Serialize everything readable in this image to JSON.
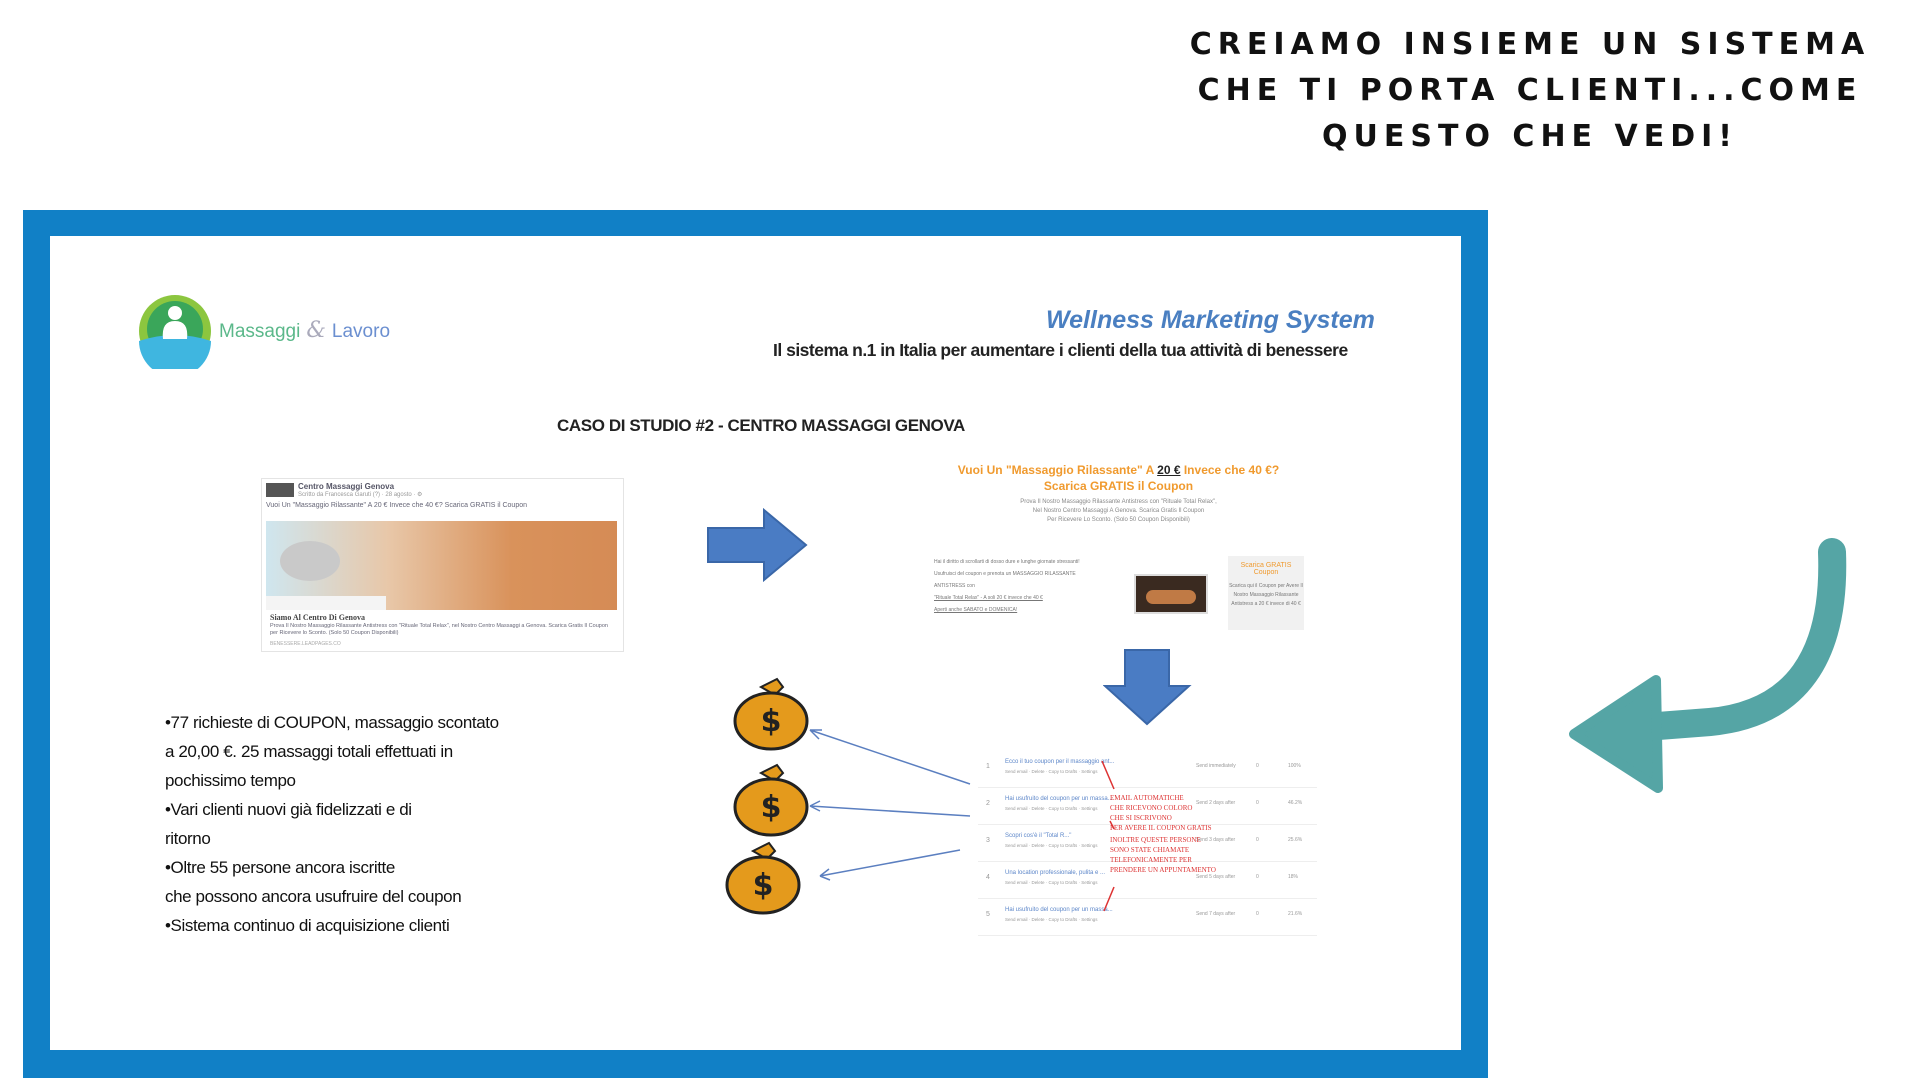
{
  "headline": {
    "lines": [
      "CREIAMO INSIEME UN SISTEMA",
      "CHE TI PORTA CLIENTI...COME",
      "QUESTO CHE VEDI!"
    ]
  },
  "slide": {
    "logo": {
      "part1": "Massaggi",
      "amp": "&",
      "part2": "Lavoro"
    },
    "brand_title": "Wellness Marketing System",
    "brand_subtitle": "Il sistema n.1 in Italia per aumentare i clienti della tua attività di benessere",
    "case_title": "CASO DI STUDIO #2 - CENTRO MASSAGGI GENOVA",
    "fb_post": {
      "page_name": "Centro Massaggi Genova",
      "meta": "Scritto da Francesca Garuti (?) · 28 agosto · ⚙",
      "text": "Vuoi Un \"Massaggio Rilassante\" A 20 € Invece che 40 €? Scarica GRATIS il Coupon",
      "link_title": "Siamo Al Centro Di Genova",
      "link_desc": "Prova Il Nostro Massaggio Rilassante Antistress con \"Rituale Total Relax\", nel Nostro Centro Massaggi a Genova. Scarica Gratis Il Coupon per Ricevere lo Sconto. (Solo 50 Coupon Disponibili)",
      "link_domain": "BENESSERE.LEADPAGES.CO"
    },
    "coupon_page": {
      "title_1": "Vuoi Un \"Massaggio Rilassante\" A ",
      "title_price": "20 €",
      "title_2": " Invece che 40 €?",
      "title_line2": "Scarica GRATIS il Coupon",
      "desc": [
        "Prova Il Nostro Massaggio Rilassante Antistress con \"Rituale Total Relax\",",
        "Nel Nostro Centro Massaggi A Genova. Scarica Gratis Il Coupon",
        "Per Ricevere Lo Sconto. (Solo 50 Coupon Disponibili)"
      ],
      "body": [
        "Hai il diritto di scrollarti di dosso dure e lunghe giornate stressanti!",
        "Usufruisci del coupon e prenota un MASSAGGIO RILASSANTE",
        "ANTISTRESS con",
        "\"Rituale Total Relax\" - A soli 20 € invece che 40 €",
        "Aperti anche SABATO e DOMENICA!"
      ],
      "box_title": "Scarica GRATIS Coupon",
      "box_text": "Scarica qui il Coupon per Avere Il Nostro Massaggio Rilassante Antistress a 20 € invece di 40 €"
    },
    "email_table": {
      "rows": [
        {
          "num": "1",
          "title": "Ecco il tuo coupon per il massaggio ant...",
          "when": "Send immediately",
          "c2": "0",
          "c3": "100%"
        },
        {
          "num": "2",
          "title": "Hai usufruito del coupon per un massa...",
          "when": "Send 2 days after",
          "c2": "0",
          "c3": "46.2%"
        },
        {
          "num": "3",
          "title": "Scopri cos'è il \"Total R...\"",
          "when": "Send 3 days after",
          "c2": "0",
          "c3": "25.6%"
        },
        {
          "num": "4",
          "title": "Una location professionale, pulita e ...",
          "when": "Send 5 days after",
          "c2": "0",
          "c3": "18%"
        },
        {
          "num": "5",
          "title": "Hai usufruito del coupon per un massa...",
          "when": "Send 7 days after",
          "c2": "0",
          "c3": "21.6%"
        }
      ],
      "row_meta": "Send email · Delete · Copy to Drafts · Settings",
      "annotation_1": [
        "EMAIL AUTOMATICHE",
        "CHE RICEVONO COLORO",
        "CHE SI ISCRIVONO",
        "PER AVERE IL COUPON GRATIS"
      ],
      "annotation_2": [
        "INOLTRE QUESTE PERSONE",
        "SONO STATE CHIAMATE",
        "TELEFONICAMENTE PER",
        "PRENDERE UN APPUNTAMENTO"
      ]
    },
    "bullets": [
      "•77 richieste di COUPON, massaggio scontato",
      "a 20,00 €. 25 massaggi totali effettuati in",
      "pochissimo tempo",
      "•Vari clienti nuovi già fidelizzati e di",
      "ritorno",
      "•Oltre 55 persone ancora iscritte",
      "che possono ancora usufruire del coupon",
      "•Sistema continuo di acquisizione clienti"
    ],
    "money_bag_symbol": "$"
  },
  "colors": {
    "frame": "#1180c6",
    "arrow_teal": "#55a5a5",
    "flow_arrow": "#4a7cc4",
    "coupon_orange": "#f09a2e"
  }
}
